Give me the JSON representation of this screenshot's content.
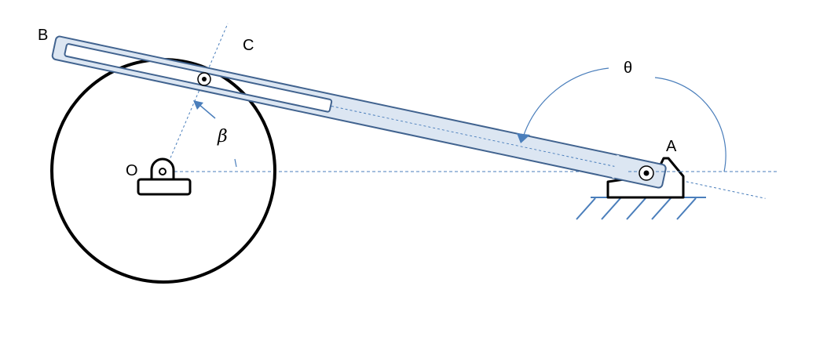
{
  "labels": {
    "B": "B",
    "C": "C",
    "theta": "θ",
    "A": "A",
    "beta": "β",
    "O": "O"
  },
  "colors": {
    "bar_fill": "#dce6f2",
    "bar_stroke": "#41638f",
    "annotation": "#4a7ebb",
    "outline": "#000000"
  }
}
